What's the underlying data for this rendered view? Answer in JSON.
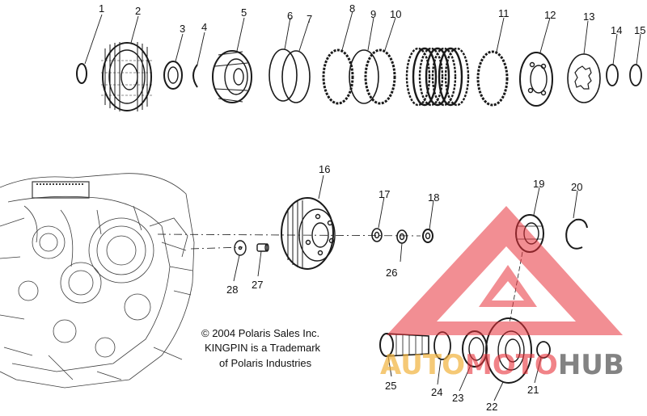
{
  "callouts": [
    "1",
    "2",
    "3",
    "4",
    "5",
    "6",
    "7",
    "8",
    "9",
    "10",
    "11",
    "12",
    "13",
    "14",
    "15",
    "16",
    "17",
    "18",
    "19",
    "20",
    "21",
    "22",
    "23",
    "24",
    "25",
    "26",
    "27",
    "28"
  ],
  "copyright": {
    "line1": "© 2004 Polaris Sales Inc.",
    "line2": "KINGPIN is a Trademark",
    "line3": "of Polaris Industries"
  },
  "watermark": {
    "part1": "AUTO",
    "part2": "MOTO",
    "part3": "HUB",
    "colors": {
      "triangle": "#e8323a",
      "part1": "#f2b33d",
      "part2": "#e8323a",
      "part3": "#6e6e6e"
    }
  }
}
